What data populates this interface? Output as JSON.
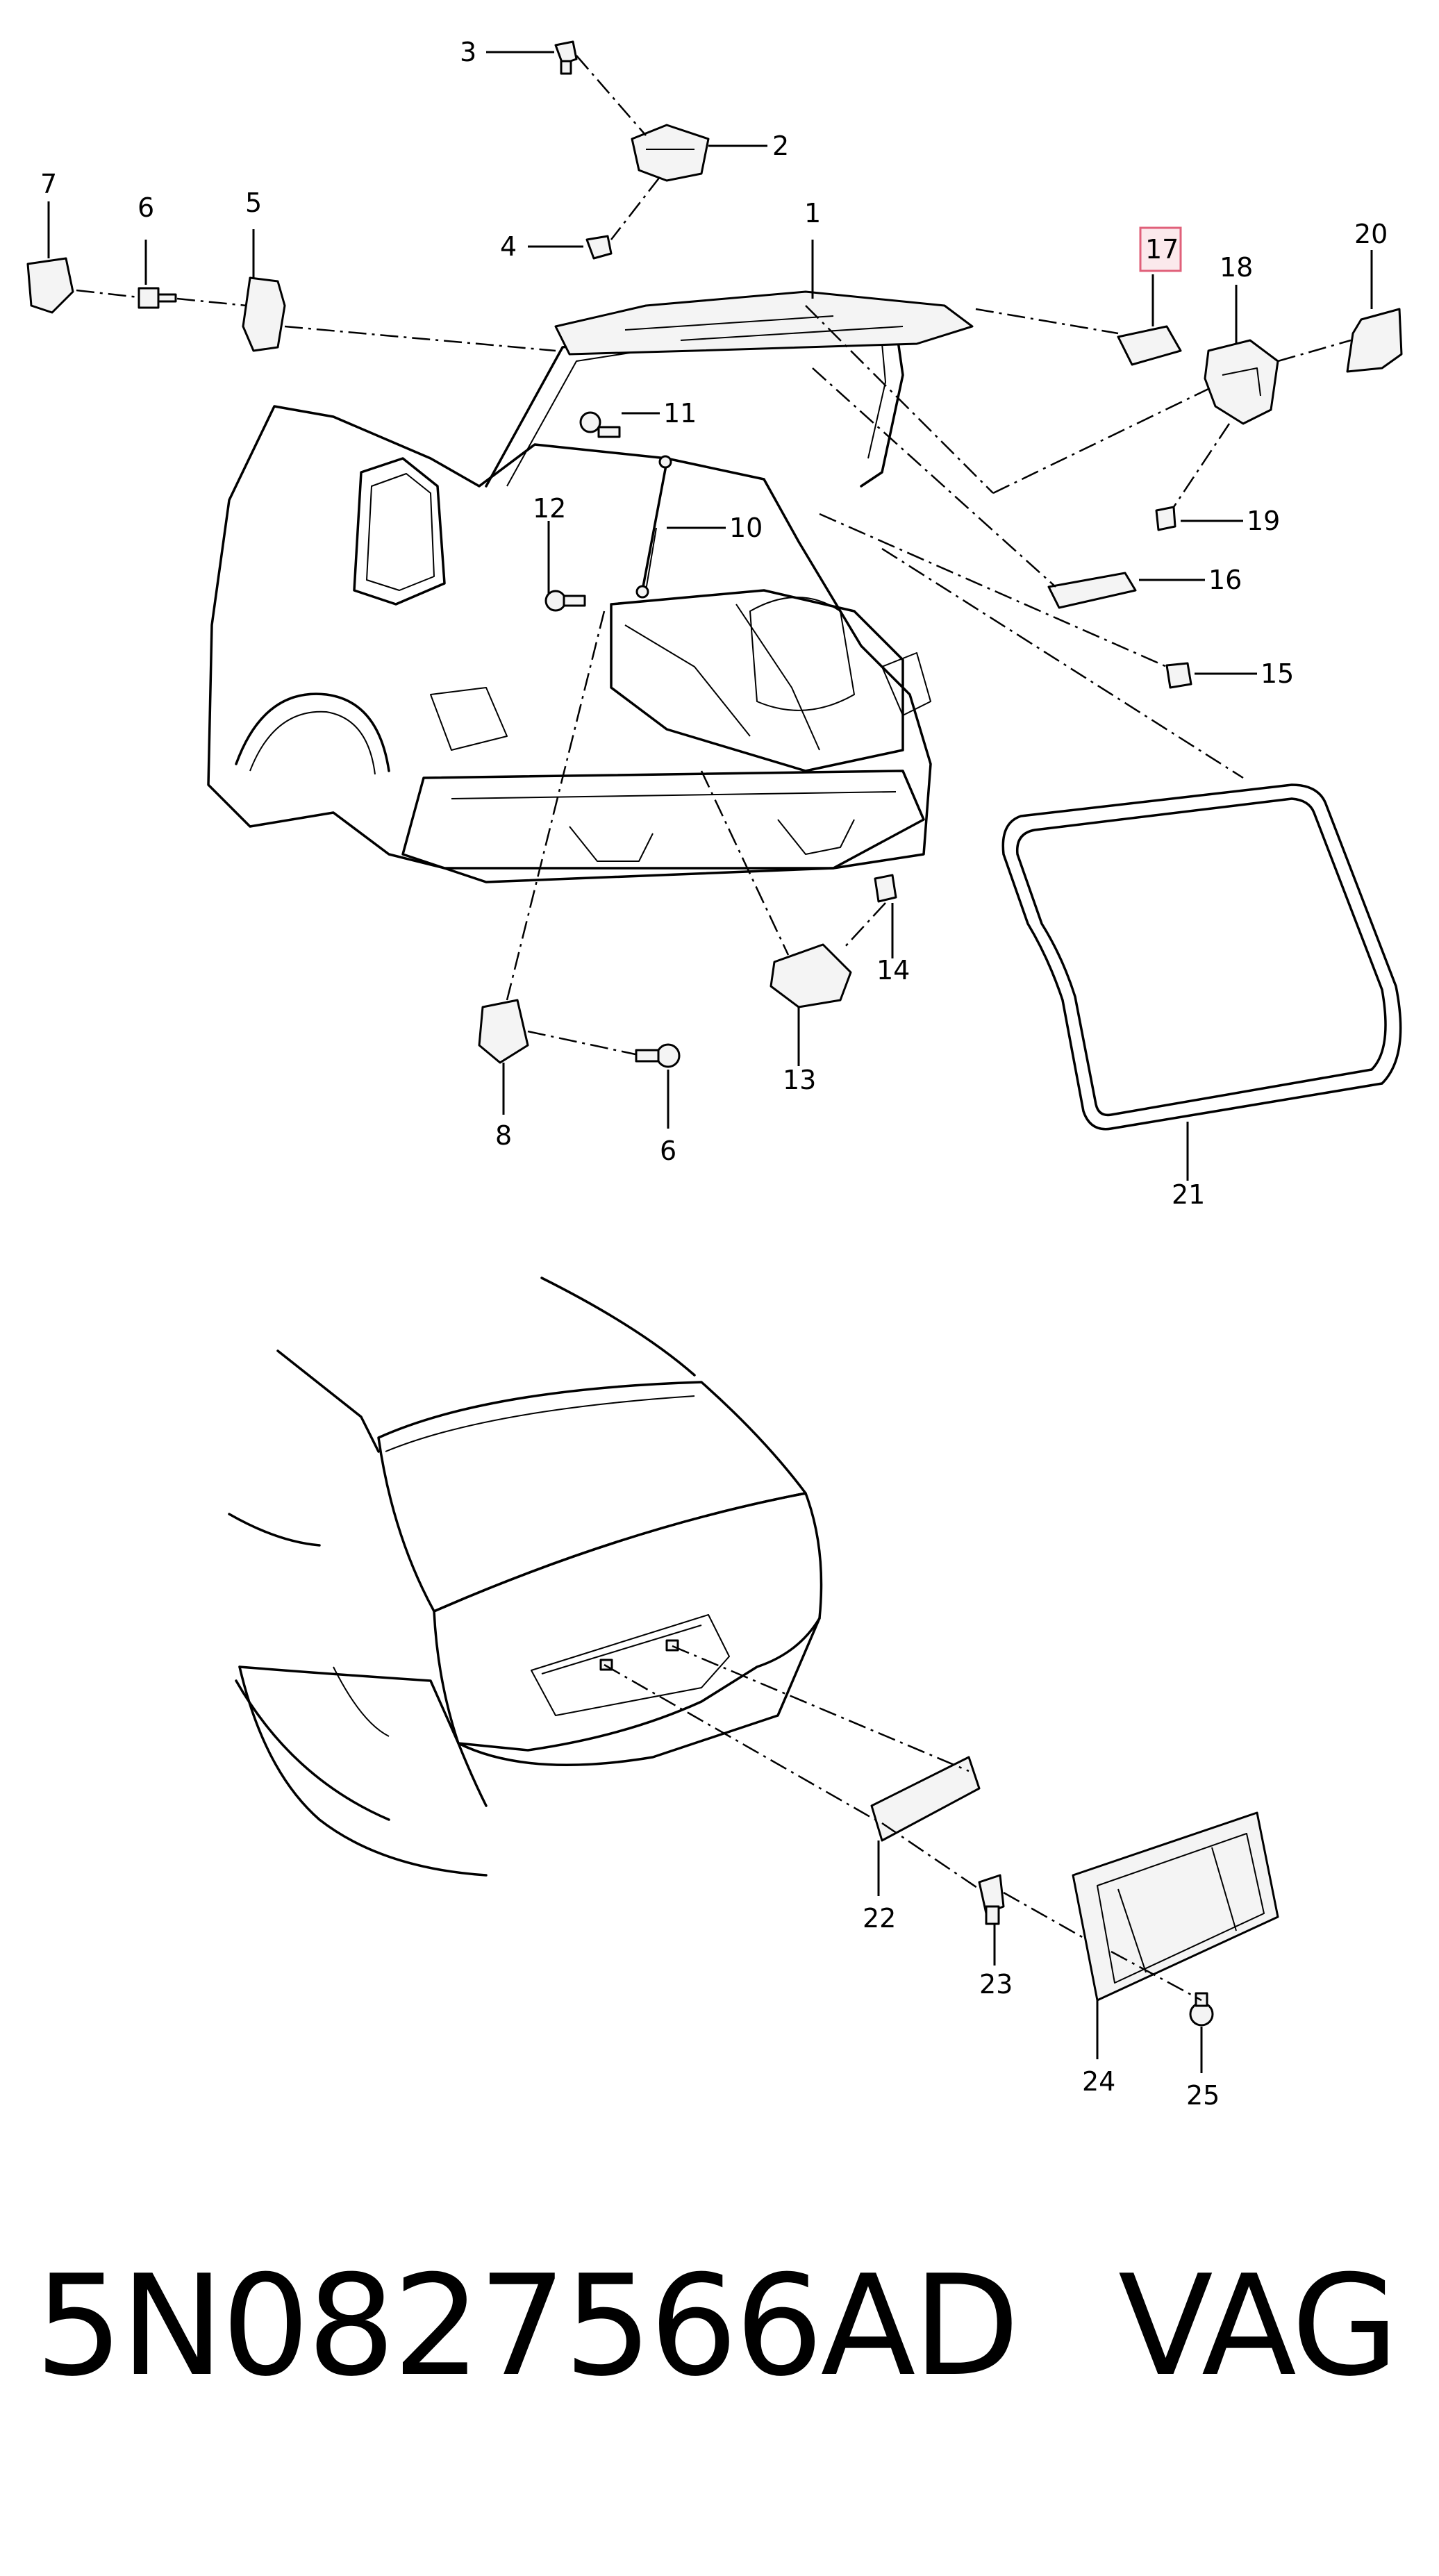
{
  "diagram": {
    "highlighted_callout": "17",
    "callouts": {
      "c1": "1",
      "c2": "2",
      "c3": "3",
      "c4": "4",
      "c5": "5",
      "c6a": "6",
      "c6b": "6",
      "c7": "7",
      "c8": "8",
      "c10": "10",
      "c11": "11",
      "c12": "12",
      "c13": "13",
      "c14": "14",
      "c15": "15",
      "c16": "16",
      "c17": "17",
      "c18": "18",
      "c19": "19",
      "c20": "20",
      "c21": "21",
      "c22": "22",
      "c23": "23",
      "c24": "24",
      "c25": "25"
    }
  },
  "footer": {
    "part_number": "5N0827566AD",
    "brand": "VAG"
  },
  "colors": {
    "line": "#000000",
    "highlight_border": "#e0607a",
    "highlight_fill": "#fbe9ec",
    "background": "#ffffff"
  }
}
